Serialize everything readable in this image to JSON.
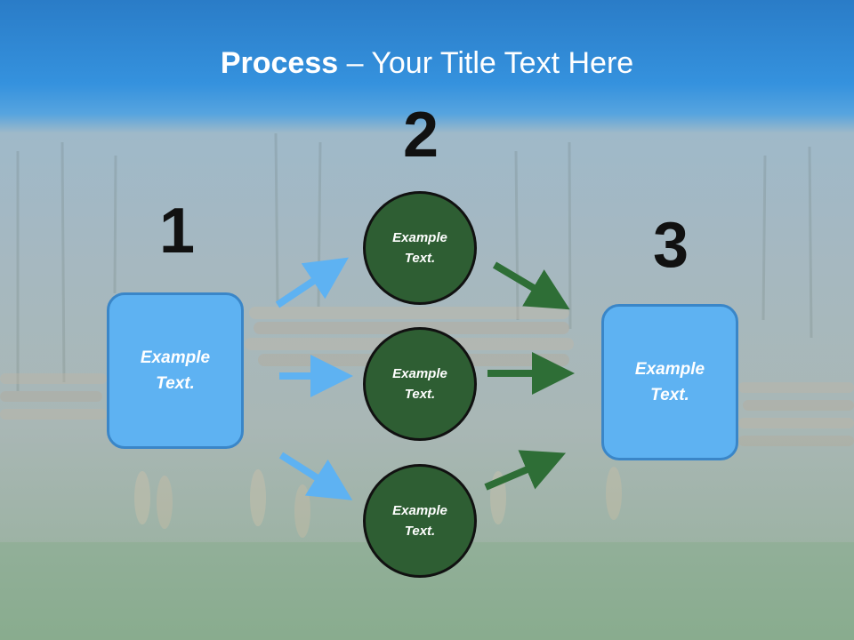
{
  "title": {
    "bold": "Process",
    "rest": " – Your Title Text Here"
  },
  "steps": [
    {
      "number": "1",
      "text": "Example\nText."
    },
    {
      "number": "2",
      "circles": [
        "Example\nText.",
        "Example\nText.",
        "Example\nText."
      ]
    },
    {
      "number": "3",
      "text": "Example\nText."
    }
  ],
  "colors": {
    "header": "#3592de",
    "box": "#5eb2f2",
    "circle": "#2e5e33",
    "blue_arrow": "#5eb2f2",
    "green_arrow": "#2e6e36"
  }
}
